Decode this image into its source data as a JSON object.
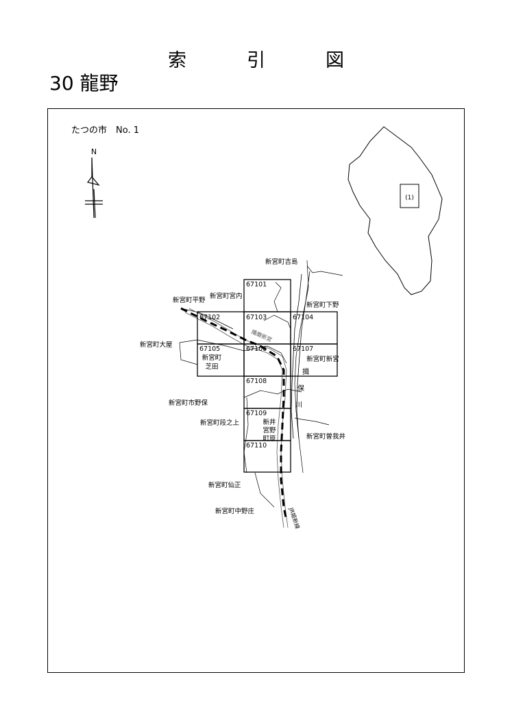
{
  "header": {
    "title_chars": [
      "索",
      "引",
      "図"
    ],
    "subtitle": "30 龍野"
  },
  "map": {
    "city_label": "たつの市　No. 1",
    "north_label": "N",
    "inset_label": "(1)",
    "sheets": [
      {
        "id": "67101"
      },
      {
        "id": "67102"
      },
      {
        "id": "67103"
      },
      {
        "id": "67104"
      },
      {
        "id": "67105",
        "sub": [
          "新宮町",
          "芝田"
        ]
      },
      {
        "id": "67106"
      },
      {
        "id": "67107",
        "sub": [
          "新宮町新宮"
        ]
      },
      {
        "id": "67108"
      },
      {
        "id": "67109",
        "sub": [
          "新井",
          "宮野",
          "町原"
        ]
      },
      {
        "id": "67110"
      }
    ],
    "place_names": [
      "新宮町吉島",
      "新宮町宮内",
      "新宮町平野",
      "新宮町下野",
      "新宮町大屋",
      "新宮町市野保",
      "新宮町段之上",
      "新宮町曽我井",
      "新宮町仙正",
      "新宮町中野庄"
    ],
    "route_labels": [
      "播磨新宮",
      "JR姫新線"
    ],
    "river_chars": [
      "揖",
      "保",
      "川"
    ]
  }
}
